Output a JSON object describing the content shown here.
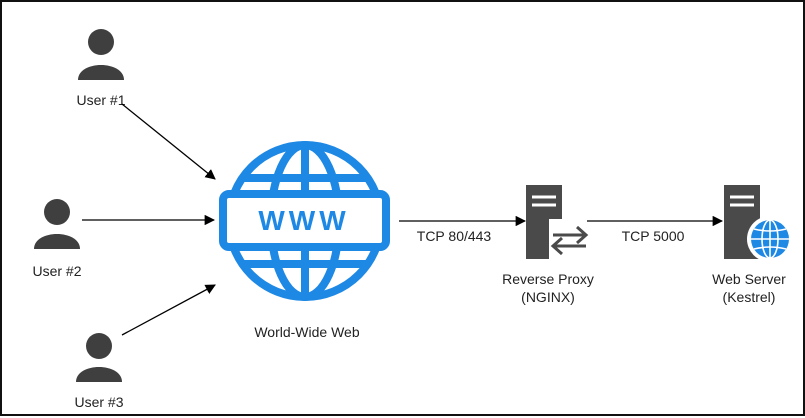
{
  "diagram": {
    "users": [
      {
        "label": "User #1"
      },
      {
        "label": "User #2"
      },
      {
        "label": "User #3"
      }
    ],
    "internet": {
      "label": "World-Wide Web",
      "badge": "WWW",
      "color": "#1E88E5"
    },
    "proxy": {
      "label_line1": "Reverse Proxy",
      "label_line2": "(NGINX)",
      "icon": "server-proxy-icon"
    },
    "server": {
      "label_line1": "Web Server",
      "label_line2": "(Kestrel)",
      "icon": "server-globe-icon"
    },
    "links": [
      {
        "label": "TCP 80/443"
      },
      {
        "label": "TCP 5000"
      }
    ],
    "colors": {
      "person": "#3f3f3f",
      "server": "#4a4a4a",
      "globe_blue": "#1E88E5",
      "arrow": "#000000"
    }
  }
}
